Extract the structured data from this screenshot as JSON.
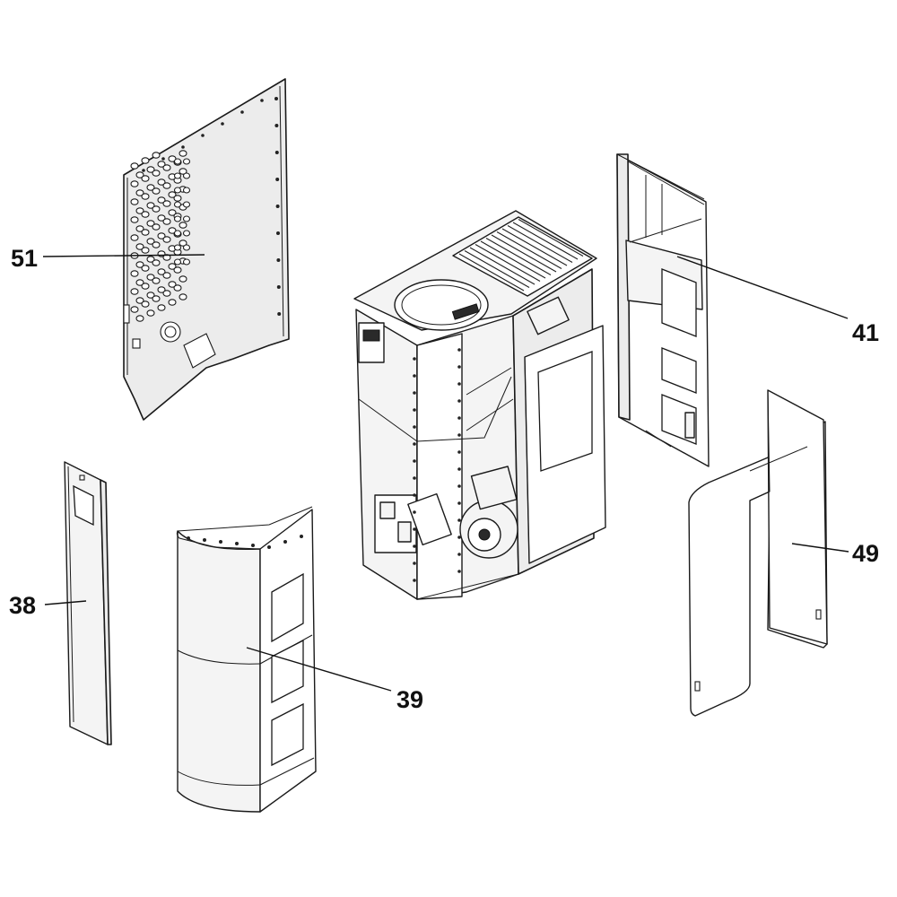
{
  "diagram": {
    "callouts": [
      {
        "id": "51",
        "text": "51"
      },
      {
        "id": "41",
        "text": "41"
      },
      {
        "id": "38",
        "text": "38"
      },
      {
        "id": "39",
        "text": "39"
      },
      {
        "id": "49",
        "text": "49"
      }
    ]
  }
}
